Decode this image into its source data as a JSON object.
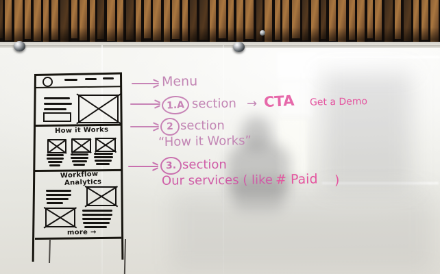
{
  "scene": {
    "kind": "photo-of-whiteboard",
    "setting": "office wall with vertical wood slat ceiling above a glass whiteboard",
    "marker_colors": {
      "wireframe_ink": "#151310",
      "pink_marker": "#c87fb4",
      "magenta_marker": "#cf5ba6",
      "vivid_pink_marker": "#e4559f"
    }
  },
  "wireframe": {
    "label": "hand-drawn website wireframe",
    "navbar": {
      "logo": "circle-logo",
      "menu_dashes": 3
    },
    "hero": {
      "text_lines": 3,
      "button": "cta-button-block",
      "image": "crossed-box-image"
    },
    "section_how_it_works": {
      "heading": "How it Works",
      "columns": [
        {
          "image": "crossed-box-image",
          "text_lines": 4
        },
        {
          "image": "crossed-box-image",
          "text_lines": 4
        },
        {
          "image": "crossed-box-image",
          "text_lines": 4
        }
      ]
    },
    "section_workflow": {
      "heading_line_1": "Workflow",
      "heading_line_2": "Analytics",
      "rows": [
        {
          "layout": "text-left-image-right",
          "text_lines": 4,
          "image": "crossed-box-image"
        },
        {
          "layout": "image-left-text-right",
          "image": "crossed-box-image",
          "text_lines": 5
        }
      ],
      "footer_link": "more →"
    }
  },
  "annotations": {
    "lines": [
      {
        "id": "menu",
        "arrow": true,
        "text": "Menu"
      },
      {
        "id": "section-1",
        "arrow": true,
        "number": "1.A",
        "circled": true,
        "text": "section",
        "connector": "→",
        "cta_label": "CTA",
        "cta_detail": "Get a Demo"
      },
      {
        "id": "section-2",
        "arrow": true,
        "number": "2",
        "circled": true,
        "text": "section",
        "subtitle": "“How it Works”"
      },
      {
        "id": "section-3",
        "arrow": true,
        "number": "3.",
        "circled": true,
        "text": "section",
        "subtitle": "Our services ( like",
        "subtitle_tag": "# Paid",
        "subtitle_close": ")"
      }
    ]
  }
}
